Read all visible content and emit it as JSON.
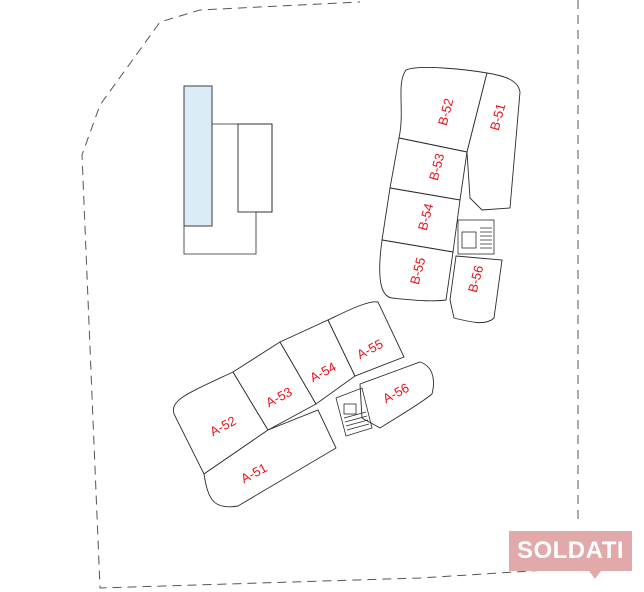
{
  "brand": {
    "name": "SOLDATI",
    "color": "#e2a9ab"
  },
  "colors": {
    "label": "#e8141c",
    "linework": "#2b2b2b",
    "pool": "#dcecf7"
  },
  "buildings": {
    "A": [
      "A-51",
      "A-52",
      "A-53",
      "A-54",
      "A-55",
      "A-56"
    ],
    "B": [
      "B-51",
      "B-52",
      "B-53",
      "B-54",
      "B-55",
      "B-56"
    ]
  }
}
